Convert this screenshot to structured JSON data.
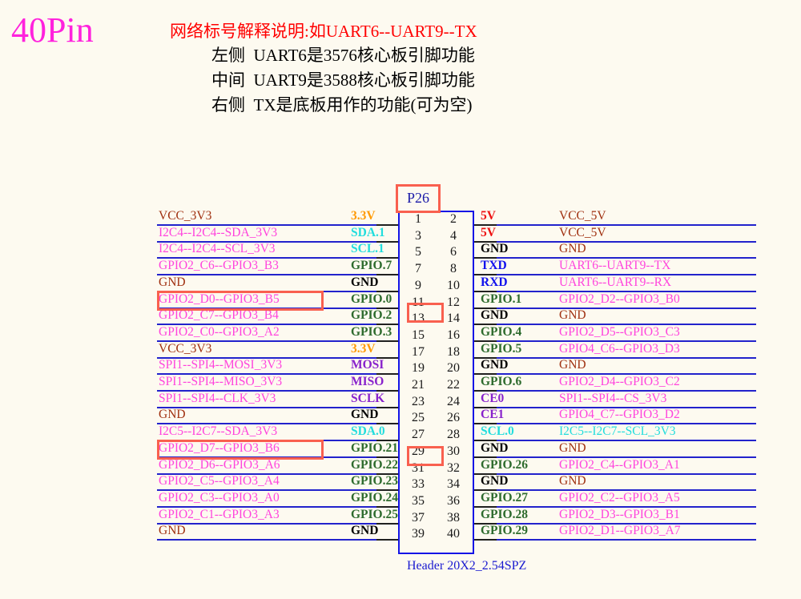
{
  "title": "40Pin",
  "legend": {
    "line1": "网络标号解释说明:如UART6--UART9--TX",
    "line2": "左侧  UART6是3576核心板引脚功能",
    "line3": "中间  UART9是3588核心板引脚功能",
    "line4": "右侧  TX是底板用作的功能(可为空)"
  },
  "connector": {
    "designator": "P26",
    "footprint": "Header 20X2_2.54SPZ"
  },
  "colors": {
    "title": "#ff22dd",
    "legend_red": "#ff0000",
    "net_magenta": "#ff44dd",
    "net_brown": "#a03010",
    "func_green": "#2d6b2d",
    "func_orange": "#ff9900",
    "func_cyan": "#22dddd",
    "func_purple": "#8822cc",
    "func_blue": "#1111ee",
    "func_red": "#ee1111",
    "func_black": "#000000",
    "wire_blue": "#2222cc",
    "connector_blue": "#1414e6",
    "highlight_red": "#f9604f",
    "designator_blue": "#1a1aa8",
    "background": "#fdfaf0"
  },
  "pins": [
    {
      "odd": "1",
      "even": "2",
      "left_net": "VCC_3V3",
      "left_net_color": "#a03010",
      "left_func": "3.3V",
      "left_func_color": "#ff9900",
      "right_func": "5V",
      "right_func_color": "#ee1111",
      "right_net": "VCC_5V",
      "right_net_color": "#a03010"
    },
    {
      "odd": "3",
      "even": "4",
      "left_net": "I2C4--I2C4--SDA_3V3",
      "left_net_color": "#ff44dd",
      "left_func": "SDA.1",
      "left_func_color": "#22dddd",
      "right_func": "5V",
      "right_func_color": "#ee1111",
      "right_net": "VCC_5V",
      "right_net_color": "#a03010"
    },
    {
      "odd": "5",
      "even": "6",
      "left_net": "I2C4--I2C4--SCL_3V3",
      "left_net_color": "#ff44dd",
      "left_func": "SCL.1",
      "left_func_color": "#22dddd",
      "right_func": "GND",
      "right_func_color": "#000000",
      "right_net": "GND",
      "right_net_color": "#a03010"
    },
    {
      "odd": "7",
      "even": "8",
      "left_net": "GPIO2_C6--GPIO3_B3",
      "left_net_color": "#ff44dd",
      "left_func": "GPIO.7",
      "left_func_color": "#2d6b2d",
      "right_func": "TXD",
      "right_func_color": "#1111ee",
      "right_net": "UART6--UART9--TX",
      "right_net_color": "#ff44dd"
    },
    {
      "odd": "9",
      "even": "10",
      "left_net": "GND",
      "left_net_color": "#a03010",
      "left_func": "GND",
      "left_func_color": "#000000",
      "right_func": "RXD",
      "right_func_color": "#1111ee",
      "right_net": "UART6--UART9--RX",
      "right_net_color": "#ff44dd"
    },
    {
      "odd": "11",
      "even": "12",
      "left_net": "GPIO2_D0--GPIO3_B5",
      "left_net_color": "#ff44dd",
      "left_func": "GPIO.0",
      "left_func_color": "#2d6b2d",
      "right_func": "GPIO.1",
      "right_func_color": "#2d6b2d",
      "right_net": "GPIO2_D2--GPIO3_B0",
      "right_net_color": "#ff44dd"
    },
    {
      "odd": "13",
      "even": "14",
      "left_net": "GPIO2_C7--GPIO3_B4",
      "left_net_color": "#ff44dd",
      "left_func": "GPIO.2",
      "left_func_color": "#2d6b2d",
      "right_func": "GND",
      "right_func_color": "#000000",
      "right_net": "GND",
      "right_net_color": "#a03010"
    },
    {
      "odd": "15",
      "even": "16",
      "left_net": "GPIO2_C0--GPIO3_A2",
      "left_net_color": "#ff44dd",
      "left_func": "GPIO.3",
      "left_func_color": "#2d6b2d",
      "right_func": "GPIO.4",
      "right_func_color": "#2d6b2d",
      "right_net": "GPIO2_D5--GPIO3_C3",
      "right_net_color": "#ff44dd"
    },
    {
      "odd": "17",
      "even": "18",
      "left_net": "VCC_3V3",
      "left_net_color": "#a03010",
      "left_func": "3.3V",
      "left_func_color": "#ff9900",
      "right_func": "GPIO.5",
      "right_func_color": "#2d6b2d",
      "right_net": "GPIO4_C6--GPIO3_D3",
      "right_net_color": "#ff44dd"
    },
    {
      "odd": "19",
      "even": "20",
      "left_net": "SPI1--SPI4--MOSI_3V3",
      "left_net_color": "#ff44dd",
      "left_func": "MOSI",
      "left_func_color": "#8822cc",
      "right_func": "GND",
      "right_func_color": "#000000",
      "right_net": "GND",
      "right_net_color": "#a03010"
    },
    {
      "odd": "21",
      "even": "22",
      "left_net": "SPI1--SPI4--MISO_3V3",
      "left_net_color": "#ff44dd",
      "left_func": "MISO",
      "left_func_color": "#8822cc",
      "right_func": "GPIO.6",
      "right_func_color": "#2d6b2d",
      "right_net": "GPIO2_D4--GPIO3_C2",
      "right_net_color": "#ff44dd"
    },
    {
      "odd": "23",
      "even": "24",
      "left_net": "SPI1--SPI4--CLK_3V3",
      "left_net_color": "#ff44dd",
      "left_func": "SCLK",
      "left_func_color": "#8822cc",
      "right_func": "CE0",
      "right_func_color": "#8822cc",
      "right_net": "SPI1--SPI4--CS_3V3",
      "right_net_color": "#ff44dd"
    },
    {
      "odd": "25",
      "even": "26",
      "left_net": "GND",
      "left_net_color": "#a03010",
      "left_func": "GND",
      "left_func_color": "#000000",
      "right_func": "CE1",
      "right_func_color": "#8822cc",
      "right_net": "GPIO4_C7--GPIO3_D2",
      "right_net_color": "#ff44dd"
    },
    {
      "odd": "27",
      "even": "28",
      "left_net": "I2C5--I2C7--SDA_3V3",
      "left_net_color": "#ff44dd",
      "left_func": "SDA.0",
      "left_func_color": "#22dddd",
      "right_func": "SCL.0",
      "right_func_color": "#22dddd",
      "right_net": "I2C5--I2C7--SCL_3V3",
      "right_net_color": "#22dddd"
    },
    {
      "odd": "29",
      "even": "30",
      "left_net": "GPIO2_D7--GPIO3_B6",
      "left_net_color": "#ff44dd",
      "left_func": "GPIO.21",
      "left_func_color": "#2d6b2d",
      "right_func": "GND",
      "right_func_color": "#000000",
      "right_net": "GND",
      "right_net_color": "#a03010"
    },
    {
      "odd": "31",
      "even": "32",
      "left_net": "GPIO2_D6--GPIO3_A6",
      "left_net_color": "#ff44dd",
      "left_func": "GPIO.22",
      "left_func_color": "#2d6b2d",
      "right_func": "GPIO.26",
      "right_func_color": "#2d6b2d",
      "right_net": "GPIO2_C4--GPIO3_A1",
      "right_net_color": "#ff44dd"
    },
    {
      "odd": "33",
      "even": "34",
      "left_net": "GPIO2_C5--GPIO3_A4",
      "left_net_color": "#ff44dd",
      "left_func": "GPIO.23",
      "left_func_color": "#2d6b2d",
      "right_func": "GND",
      "right_func_color": "#000000",
      "right_net": "GND",
      "right_net_color": "#a03010"
    },
    {
      "odd": "35",
      "even": "36",
      "left_net": "GPIO2_C3--GPIO3_A0",
      "left_net_color": "#ff44dd",
      "left_func": "GPIO.24",
      "left_func_color": "#2d6b2d",
      "right_func": "GPIO.27",
      "right_func_color": "#2d6b2d",
      "right_net": "GPIO2_C2--GPIO3_A5",
      "right_net_color": "#ff44dd"
    },
    {
      "odd": "37",
      "even": "38",
      "left_net": "GPIO2_C1--GPIO3_A3",
      "left_net_color": "#ff44dd",
      "left_func": "GPIO.25",
      "left_func_color": "#2d6b2d",
      "right_func": "GPIO.28",
      "right_func_color": "#2d6b2d",
      "right_net": "GPIO2_D3--GPIO3_B1",
      "right_net_color": "#ff44dd"
    },
    {
      "odd": "39",
      "even": "40",
      "left_net": "GND",
      "left_net_color": "#a03010",
      "left_func": "GND",
      "left_func_color": "#000000",
      "right_func": "GPIO.29",
      "right_func_color": "#2d6b2d",
      "right_net": "GPIO2_D1--GPIO3_A7",
      "right_net_color": "#ff44dd"
    }
  ],
  "highlights": [
    {
      "name": "pin-11-left-net"
    },
    {
      "name": "pin-11-number"
    },
    {
      "name": "pin-29-left-net"
    },
    {
      "name": "pin-29-number"
    }
  ]
}
